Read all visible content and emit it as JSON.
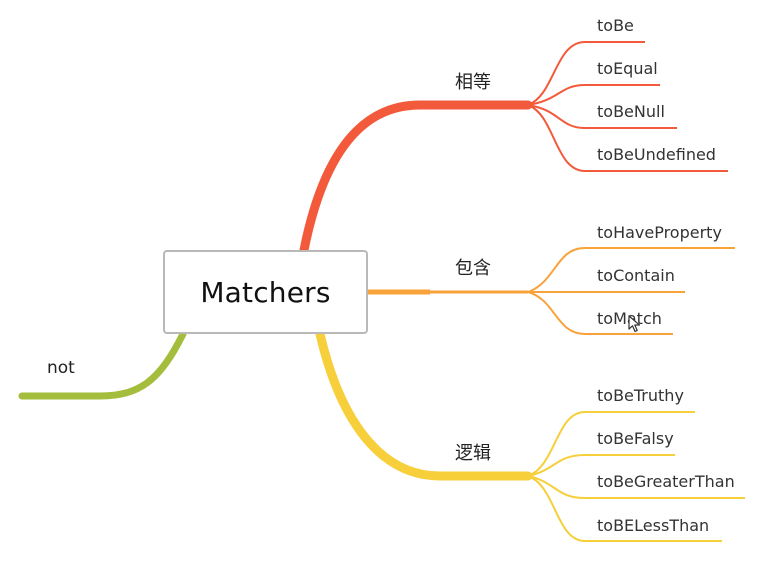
{
  "central_topic": "Matchers",
  "colors": {
    "equal": "#f25a3b",
    "contain": "#f8a23a",
    "logic": "#f6cf3a",
    "not": "#a5bd3c",
    "box_border": "#b9b9b9"
  },
  "branches": [
    {
      "label": "相等",
      "leaves": [
        "toBe",
        "toEqual",
        "toBeNull",
        "toBeUndefined"
      ]
    },
    {
      "label": "包含",
      "leaves": [
        "toHaveProperty",
        "toContain",
        "toMatch"
      ]
    },
    {
      "label": "逻辑",
      "leaves": [
        "toBeTruthy",
        "toBeFalsy",
        "toBeGreaterThan",
        "toBELessThan"
      ]
    }
  ],
  "not_branch": {
    "label": "not"
  },
  "cursor_icon": "mouse-pointer-icon"
}
